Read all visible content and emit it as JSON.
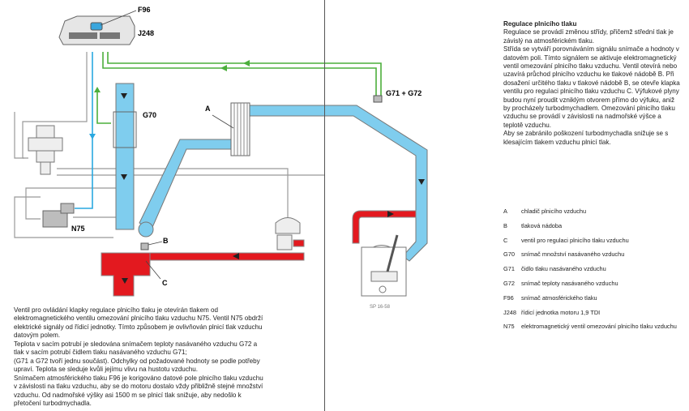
{
  "diagram": {
    "labels": {
      "f96": "F96",
      "j248": "J248",
      "g70": "G70",
      "a": "A",
      "b": "B",
      "c": "C",
      "n75": "N75",
      "g71_g72": "G71 + G72",
      "figure_code": "SP 16-58"
    },
    "colors": {
      "intake": "#7fcdee",
      "exhaust": "#e3191f",
      "signal_in": "#4caf3c",
      "signal_out": "#29a8e0"
    }
  },
  "right_text": {
    "title": "Regulace plnicího tlaku",
    "paragraphs": [
      "Regulace se provádí změnou střídy, přičemž střední tlak je závislý na atmosférickém tlaku.",
      "Střída se vytváří porovnáváním signálu snímače a hodnoty v datovém poli. Tímto signálem se aktivuje elektromagnetický ventil omezování plnicího tlaku vzduchu. Ventil otevírá nebo uzavírá průchod plnicího vzduchu ke tlakové nádobě B. Při dosažení určitého tlaku v tlakové nádobě B, se otevře klapka ventilu pro regulaci plnicího tlaku vzduchu C. Výfukové plyny budou nyní proudit vzniklým otvorem přímo do výfuku, aniž by procházely turbodmychadlem. Omezování plnicího tlaku vzduchu se provádí v závislosti na nadmořské výšce a teplotě vzduchu.",
      "Aby se zabránilo poškození turbodmychadla snižuje se s klesajícím tlakem vzduchu plnicí tlak."
    ]
  },
  "left_text": {
    "paragraphs": [
      "Ventil pro ovládání klapky regulace plnicího tlaku je otevírán tlakem od elektromagnetického ventilu omezování plnicího tlaku vzduchu N75. Ventil N75 obdrží elektrické signály od řídicí jednotky. Tímto způsobem je ovlivňován plnicí tlak vzduchu datovým polem.",
      "Teplota v sacím potrubí je sledována snímačem teploty nasávaného vzduchu G72 a tlak v sacím potrubí čidlem tlaku nasávaného vzduchu G71;",
      "(G71 a G72 tvoří jednu součást). Odchylky od požadované hodnoty se podle potřeby upraví. Teplota se sleduje kvůli jejímu vlivu na hustotu vzduchu.",
      "Snímačem atmosférického tlaku F96 je korigováno datové pole plnicího tlaku vzduchu v závislosti na tlaku vzduchu, aby se do motoru dostalo vždy přibližně stejné množství vzduchu. Od nadmořské výšky asi 1500 m se plnicí tlak snižuje, aby nedošlo k přetočení turbodmychadla."
    ]
  },
  "legend": [
    {
      "code": "A",
      "desc": "chladič plnicího vzduchu"
    },
    {
      "code": "B",
      "desc": "tlaková nádoba"
    },
    {
      "code": "C",
      "desc": "ventil pro regulaci plnicího tlaku vzduchu"
    },
    {
      "code": "G70",
      "desc": "snímač množství nasávaného vzduchu"
    },
    {
      "code": "G71",
      "desc": "čidlo tlaku nasávaného vzduchu"
    },
    {
      "code": "G72",
      "desc": "snímač teploty nasávaného vzduchu"
    },
    {
      "code": "F96",
      "desc": "snímač atmosférického tlaku"
    },
    {
      "code": "J248",
      "desc": "řídicí jednotka motoru 1,9 TDI"
    },
    {
      "code": "N75",
      "desc": "elektromagnetický ventil omezování plnicího tlaku vzduchu"
    }
  ]
}
